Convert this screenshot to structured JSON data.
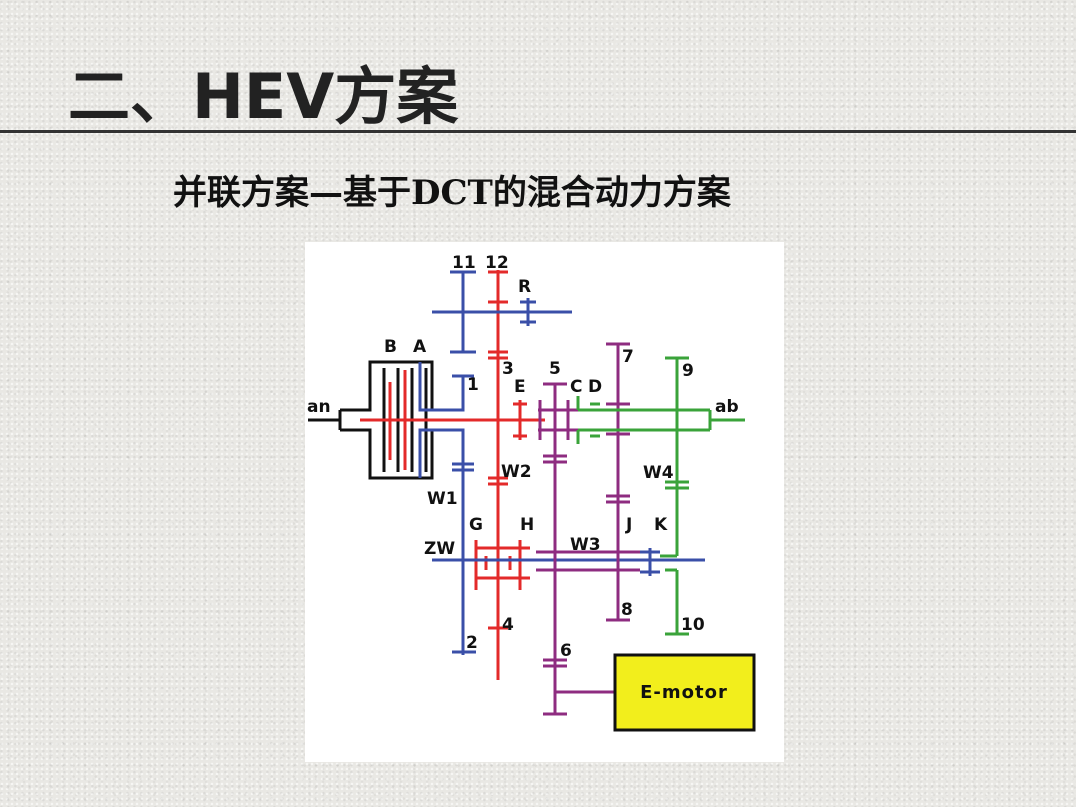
{
  "slide": {
    "title": "二、HEV方案",
    "subtitle": "并联方案—基于DCT的混合动力方案"
  },
  "diagram": {
    "colors": {
      "black": "#111111",
      "blue": "#3a4fa8",
      "red": "#e32a2a",
      "purple": "#8e2c80",
      "green": "#3aa33a",
      "motor_fill": "#f2ee1c"
    },
    "labels": {
      "gear_11": "11",
      "gear_12": "12",
      "gear_r": "R",
      "clutch_b": "B",
      "clutch_a": "A",
      "gear_3": "3",
      "gear_1": "1",
      "gear_5": "5",
      "gear_7": "7",
      "gear_9": "9",
      "sync_e": "E",
      "sync_c": "C",
      "sync_d": "D",
      "input_shaft": "an",
      "output_shaft": "ab",
      "shaft_w2": "W2",
      "shaft_w1": "W1",
      "shaft_w3": "W3",
      "shaft_w4": "W4",
      "shaft_zw": "ZW",
      "sync_g": "G",
      "sync_h": "H",
      "sync_j": "J",
      "sync_k": "K",
      "gear_8": "8",
      "gear_10": "10",
      "gear_4": "4",
      "gear_2": "2",
      "gear_6": "6",
      "emotor": "E-motor"
    }
  }
}
